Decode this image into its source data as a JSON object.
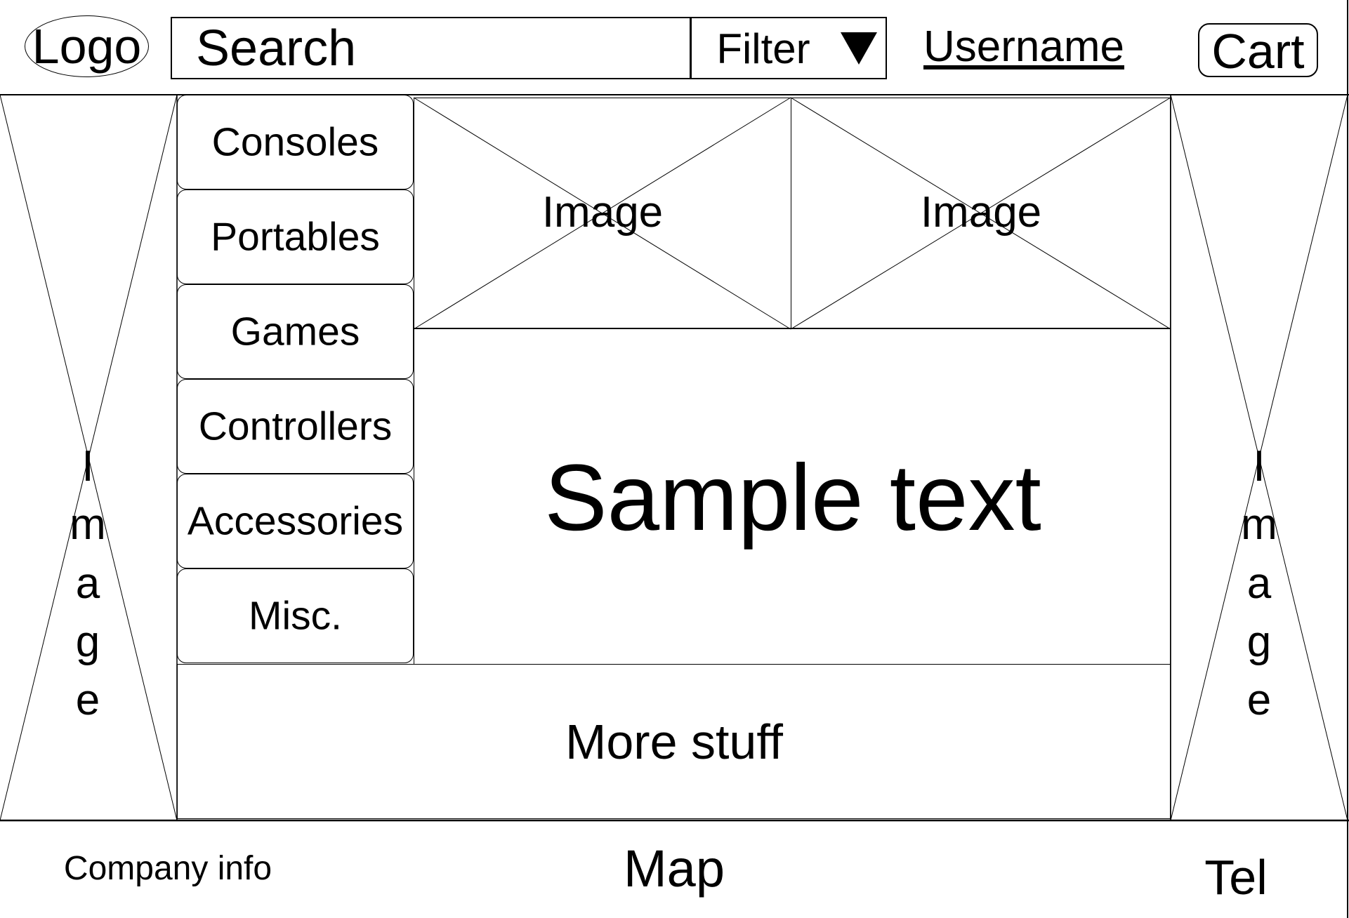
{
  "header": {
    "logo": "Logo",
    "search": {
      "value": "",
      "placeholder": "Search"
    },
    "filter": {
      "label": "Filter",
      "icon": "triangle-down-icon"
    },
    "username": "Username",
    "cart": "Cart"
  },
  "sidebar": {
    "items": [
      {
        "label": "Consoles"
      },
      {
        "label": "Portables"
      },
      {
        "label": "Games"
      },
      {
        "label": "Controllers"
      },
      {
        "label": "Accessories"
      },
      {
        "label": "Misc."
      }
    ]
  },
  "main": {
    "hero_images": [
      {
        "label": "Image"
      },
      {
        "label": "Image"
      }
    ],
    "sample_text": "Sample text",
    "more_stuff": "More stuff"
  },
  "side_images": {
    "left": {
      "letters": [
        "I",
        "m",
        "a",
        "g",
        "e"
      ]
    },
    "right": {
      "letters": [
        "I",
        "m",
        "a",
        "g",
        "e"
      ]
    }
  },
  "footer": {
    "company_info": "Company info",
    "map": "Map",
    "tel": "Tel"
  }
}
